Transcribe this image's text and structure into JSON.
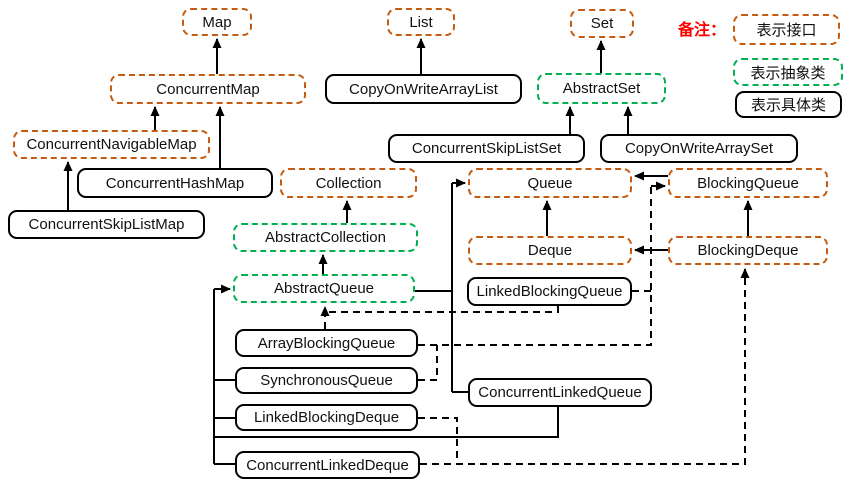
{
  "legend": {
    "note_label": "备注：",
    "interface_label": "表示接口",
    "abstract_label": "表示抽象类",
    "concrete_label": "表示具体类"
  },
  "colors": {
    "interface_border": "#C55A11",
    "abstract_border": "#00B050",
    "concrete_border": "#000000",
    "note_text": "#FF0000",
    "line": "#000000"
  },
  "nodes": {
    "map": "Map",
    "list": "List",
    "set": "Set",
    "concurrent_map": "ConcurrentMap",
    "copy_on_write_array_list": "CopyOnWriteArrayList",
    "abstract_set": "AbstractSet",
    "concurrent_navigable_map": "ConcurrentNavigableMap",
    "concurrent_skip_list_set": "ConcurrentSkipListSet",
    "copy_on_write_array_set": "CopyOnWriteArraySet",
    "concurrent_hash_map": "ConcurrentHashMap",
    "collection": "Collection",
    "queue": "Queue",
    "blocking_queue": "BlockingQueue",
    "concurrent_skip_list_map": "ConcurrentSkipListMap",
    "abstract_collection": "AbstractCollection",
    "deque": "Deque",
    "blocking_deque": "BlockingDeque",
    "abstract_queue": "AbstractQueue",
    "linked_blocking_queue": "LinkedBlockingQueue",
    "array_blocking_queue": "ArrayBlockingQueue",
    "synchronous_queue": "SynchronousQueue",
    "concurrent_linked_queue": "ConcurrentLinkedQueue",
    "linked_blocking_deque": "LinkedBlockingDeque",
    "concurrent_linked_deque": "ConcurrentLinkedDeque"
  },
  "edges": [
    {
      "from": "ConcurrentMap",
      "to": "Map",
      "style": "solid"
    },
    {
      "from": "CopyOnWriteArrayList",
      "to": "List",
      "style": "solid"
    },
    {
      "from": "AbstractSet",
      "to": "Set",
      "style": "solid"
    },
    {
      "from": "ConcurrentNavigableMap",
      "to": "ConcurrentMap",
      "style": "solid"
    },
    {
      "from": "ConcurrentHashMap",
      "to": "ConcurrentMap",
      "style": "solid"
    },
    {
      "from": "ConcurrentSkipListMap",
      "to": "ConcurrentNavigableMap",
      "style": "solid"
    },
    {
      "from": "ConcurrentSkipListSet",
      "to": "AbstractSet",
      "style": "solid"
    },
    {
      "from": "CopyOnWriteArraySet",
      "to": "AbstractSet",
      "style": "solid"
    },
    {
      "from": "AbstractCollection",
      "to": "Collection",
      "style": "solid"
    },
    {
      "from": "AbstractQueue",
      "to": "AbstractCollection",
      "style": "solid"
    },
    {
      "from": "AbstractQueue",
      "to": "Queue",
      "style": "solid"
    },
    {
      "from": "Deque",
      "to": "Queue",
      "style": "solid"
    },
    {
      "from": "BlockingQueue",
      "to": "Queue",
      "style": "solid"
    },
    {
      "from": "BlockingDeque",
      "to": "Deque",
      "style": "solid"
    },
    {
      "from": "BlockingDeque",
      "to": "BlockingQueue",
      "style": "solid"
    },
    {
      "from": "ConcurrentLinkedQueue",
      "to": "AbstractQueue",
      "style": "solid"
    },
    {
      "from": "SynchronousQueue",
      "to": "AbstractQueue",
      "style": "solid"
    },
    {
      "from": "LinkedBlockingDeque",
      "to": "AbstractQueue",
      "style": "solid"
    },
    {
      "from": "ConcurrentLinkedDeque",
      "to": "AbstractQueue",
      "style": "solid"
    },
    {
      "from": "ArrayBlockingQueue",
      "to": "AbstractQueue",
      "style": "dashed"
    },
    {
      "from": "LinkedBlockingQueue",
      "to": "AbstractQueue",
      "style": "dashed"
    },
    {
      "from": "ArrayBlockingQueue",
      "to": "BlockingQueue",
      "style": "dashed"
    },
    {
      "from": "SynchronousQueue",
      "to": "BlockingQueue",
      "style": "dashed"
    },
    {
      "from": "LinkedBlockingQueue",
      "to": "BlockingQueue",
      "style": "dashed"
    },
    {
      "from": "LinkedBlockingDeque",
      "to": "BlockingDeque",
      "style": "dashed"
    },
    {
      "from": "ConcurrentLinkedDeque",
      "to": "BlockingDeque",
      "style": "dashed"
    }
  ]
}
